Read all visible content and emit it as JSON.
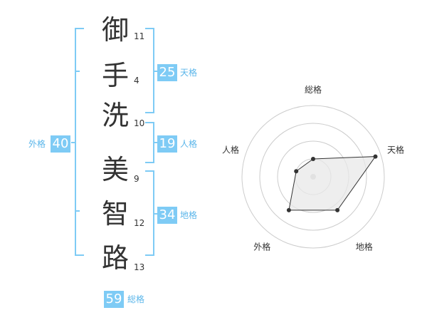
{
  "name": {
    "chars": [
      {
        "char": "御",
        "strokes": "11"
      },
      {
        "char": "手",
        "strokes": "4"
      },
      {
        "char": "洗",
        "strokes": "10"
      },
      {
        "char": "美",
        "strokes": "9"
      },
      {
        "char": "智",
        "strokes": "12"
      },
      {
        "char": "路",
        "strokes": "13"
      }
    ]
  },
  "kakusu": {
    "tenkaku": {
      "value": "25",
      "label": "天格"
    },
    "jinkaku": {
      "value": "19",
      "label": "人格"
    },
    "chikaku": {
      "value": "34",
      "label": "地格"
    },
    "gaikaku": {
      "value": "40",
      "label": "外格"
    },
    "soukaku": {
      "value": "59",
      "label": "総格"
    }
  },
  "colors": {
    "accent": "#7ecbf5",
    "accent_text": "#5bb6ea",
    "bracket": "#7ecbf5"
  },
  "chart_data": {
    "type": "radar",
    "axes": [
      "総格",
      "天格",
      "地格",
      "外格",
      "人格"
    ],
    "values": [
      0.25,
      0.92,
      0.58,
      0.58,
      0.25
    ],
    "rings": 4,
    "fill": "#e8e8e8",
    "stroke": "#333333"
  }
}
